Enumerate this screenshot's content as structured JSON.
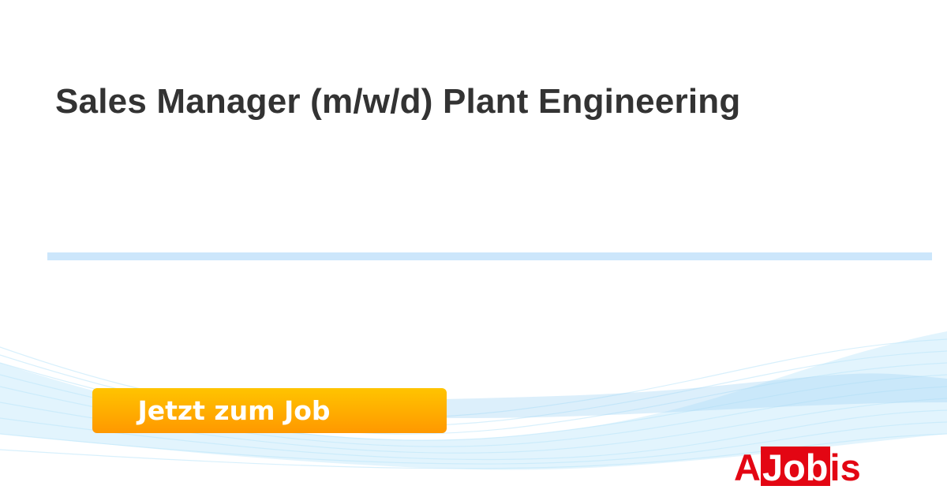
{
  "job": {
    "title": "Sales Manager (m/w/d) Plant Engineering"
  },
  "cta": {
    "label": "Jetzt zum Job"
  },
  "logo": {
    "prefix": "A",
    "boxed": "Job",
    "suffix": "is",
    "brand": "AJobis",
    "color": "#e30613"
  },
  "colors": {
    "button_top": "#ffc400",
    "button_bottom": "#ff9800",
    "divider": "#cce6fb",
    "wave": "#7cc8f2"
  }
}
